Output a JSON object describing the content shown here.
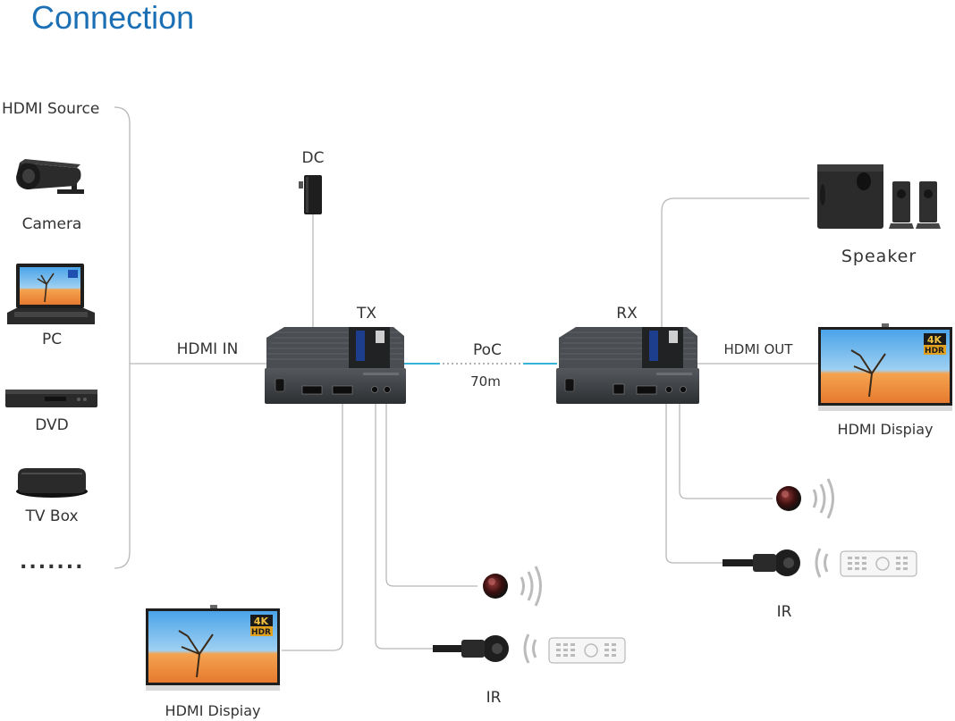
{
  "title": "Connection",
  "sources": {
    "heading": "HDMI Source",
    "items": [
      {
        "label": "Camera",
        "icon": "camera-icon"
      },
      {
        "label": "PC",
        "icon": "laptop-icon"
      },
      {
        "label": "DVD",
        "icon": "dvd-player-icon"
      },
      {
        "label": "TV Box",
        "icon": "tv-box-icon"
      }
    ],
    "more": "......."
  },
  "labels": {
    "dc": "DC",
    "tx": "TX",
    "rx": "RX",
    "hdmi_in": "HDMI IN",
    "poc": "PoC",
    "distance": "70m",
    "hdmi_out": "HDMI OUT",
    "speaker": "Speaker",
    "hdmi_display_left": "HDMI Dispiay",
    "hdmi_display_right": "HDMI Dispiay",
    "ir_left": "IR",
    "ir_right": "IR"
  },
  "tv_badge": {
    "top": "4K",
    "bottom": "HDR"
  },
  "colors": {
    "title": "#1a6fb5",
    "wire": "#b8b8b8",
    "poc_accent": "#36b3d6",
    "device_body": "#3a3d40",
    "text": "#333333"
  }
}
